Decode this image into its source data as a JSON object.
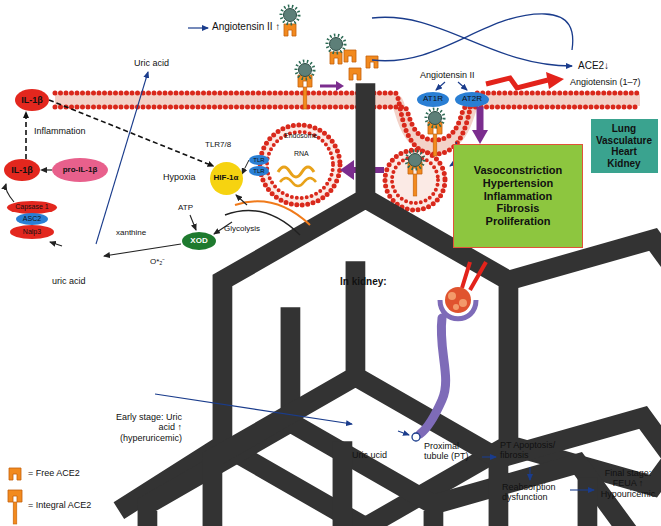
{
  "diagram": {
    "nodes": [
      {
        "text": [
          "IL-1β"
        ]
      },
      {
        "text": [
          "IL-1β"
        ]
      },
      {
        "text": [
          "pro-IL-1β"
        ]
      },
      {
        "text": [
          "Capsase 1"
        ]
      },
      {
        "text": [
          "ASC2"
        ]
      },
      {
        "text": [
          "Nalp3"
        ]
      },
      {
        "text": [
          "AT1R"
        ]
      },
      {
        "text": [
          "AT2R"
        ]
      },
      {
        "text": [
          "Vasoconstriction Hypertension Inflammation Fibrosis Proliferation"
        ]
      },
      {
        "text": [
          "Lung Vasculature Heart Kidney"
        ]
      },
      {
        "text": [
          "TLR"
        ]
      },
      {
        "text": [
          "TLR"
        ]
      },
      {
        "text": [
          "HIF-1α"
        ]
      },
      {
        "text": [
          "XOD"
        ]
      }
    ],
    "edges": [
      {
        "from": 1,
        "to": 0,
        "arrow": "to",
        "label": "Inflammation"
      },
      {
        "from": 0,
        "to": 12,
        "arrow": "to"
      },
      {
        "from": 2,
        "to": 1,
        "arrow": "to"
      },
      {
        "from": 10,
        "to": 12,
        "arrow": "to"
      },
      {
        "from": 7,
        "to": 8,
        "arrow": "to"
      }
    ],
    "labels": [
      "Angiotensin II ↑",
      "ACE2↓",
      "Angiotensin II",
      "Angiotensin (1–7)",
      "Endosome",
      "RNA",
      "TLR7/8",
      "Hypoxia",
      "xanthine",
      "ATP",
      "Glycolysis",
      "O*₂⁻",
      "uric acid",
      "Uric acid",
      "In kidney:",
      "Early stage: Uric acid ↑ (hyperuricemic)",
      "Uric ucid",
      "Proximal tubule (PT)",
      "PT Apoptosis/ fibrosis",
      "Reabsorption dysfunction",
      "Final stage: FEUA ↑ Hypouricemic"
    ],
    "legend": [
      {
        "text": "= Free ACE2"
      },
      {
        "text": "= Integral ACE2"
      }
    ]
  }
}
